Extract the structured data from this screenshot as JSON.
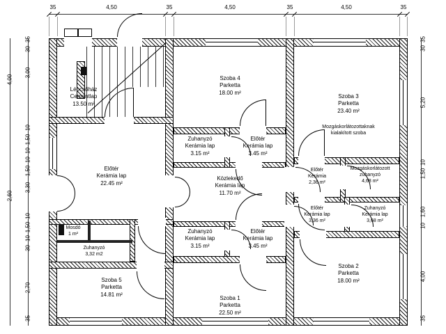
{
  "drawing": {
    "type": "floor-plan",
    "language": "hu"
  },
  "dims": {
    "top": [
      "35",
      "4,50",
      "35",
      "4,50",
      "35",
      "4,50",
      "35"
    ],
    "left_inner": [
      "35",
      "30",
      "3,00",
      "10",
      "1,50",
      "10",
      "10",
      "1,50",
      "3,30",
      "10",
      "1,50",
      "10",
      "30",
      "2,70",
      "35"
    ],
    "left_outer": [
      "4,00",
      "2,60"
    ],
    "right": [
      "35",
      "30",
      "5,20",
      "10",
      "1,50",
      "1,60",
      "10",
      "4,00",
      "35"
    ]
  },
  "rooms": {
    "lepcsohaz": {
      "lines": [
        "Lépcsőház",
        "Cementlap",
        "13.50 m²"
      ]
    },
    "szoba4": {
      "lines": [
        "Szoba 4",
        "Parketta",
        "18.00 m²"
      ]
    },
    "szoba3": {
      "lines": [
        "Szoba 3",
        "Parketta",
        "23.40 m²"
      ],
      "note": [
        "Mozgáskorlátozottaknak",
        "kialakított szoba"
      ]
    },
    "zuhanyzo_top": {
      "lines": [
        "Zuhanyzó",
        "Kerámia lap",
        "3.15 m²"
      ]
    },
    "eloter_top": {
      "lines": [
        "Előtér",
        "Kerámia lap",
        "3.45 m²"
      ]
    },
    "eloter_nagy": {
      "lines": [
        "Előtér",
        "Kerámia lap",
        "22.45 m²"
      ]
    },
    "kozlekedo": {
      "lines": [
        "Közlekedő",
        "Kerámia lap",
        "11.70 m²"
      ]
    },
    "eloter_jobb1": {
      "lines": [
        "Előtér",
        "Kerámia",
        "2,36 m²"
      ]
    },
    "mozgas_zuhanyzo": {
      "lines": [
        "Mozgáskorlátozott",
        "zuhanyzó",
        "4,68 m²"
      ]
    },
    "eloter_jobb2": {
      "lines": [
        "Előtér",
        "Kerámia lap",
        "3,36 m²"
      ]
    },
    "zuhanyzo_jobb": {
      "lines": [
        "Zuhanyzó",
        "Kerámia lap",
        "3,68 m²"
      ]
    },
    "mosdo": {
      "lines": [
        "Mosdó",
        "1 m²"
      ]
    },
    "zuhanyzo_bal": {
      "lines": [
        "Zuhanyzó",
        "3,32 m2"
      ]
    },
    "zuhanyzo_also": {
      "lines": [
        "Zuhanyzó",
        "Kerámia lap",
        "3.15 m²"
      ]
    },
    "eloter_also": {
      "lines": [
        "Előtér",
        "Kerámia lap",
        "3.45 m²"
      ]
    },
    "szoba5": {
      "lines": [
        "Szoba 5",
        "Parketta",
        "14.81 m²"
      ]
    },
    "szoba1": {
      "lines": [
        "Szoba 1",
        "Parketta",
        "22.50 m²"
      ]
    },
    "szoba2": {
      "lines": [
        "Szoba 2",
        "Parketta",
        "18.00 m²"
      ]
    }
  }
}
